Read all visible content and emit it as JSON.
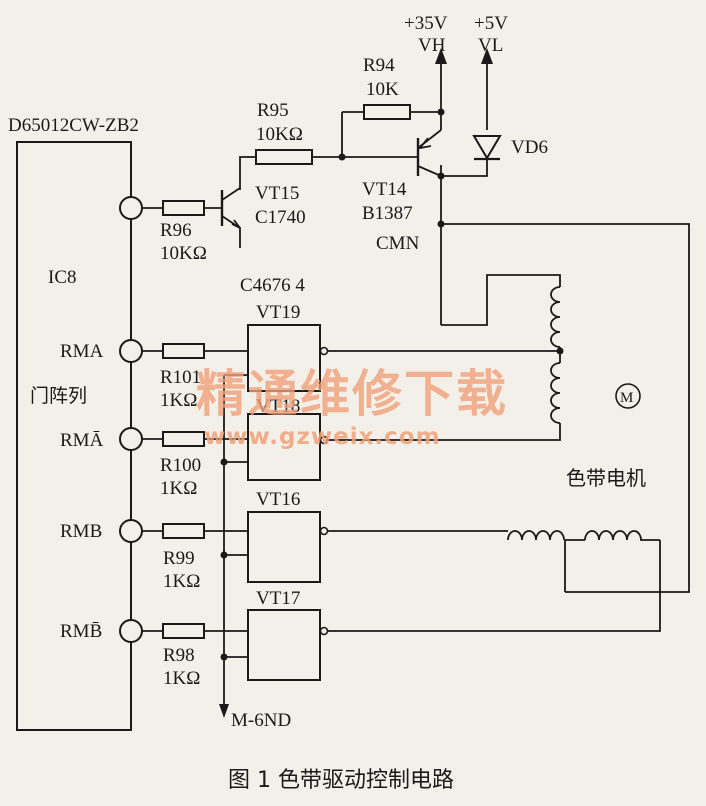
{
  "diagram": {
    "ic_part_number": "D65012CW-ZB2",
    "ic_ref": "IC8",
    "ic_desc": "门阵列",
    "pins": {
      "rma": "RMA",
      "rma_bar": "RMĀ",
      "rmb": "RMB",
      "rmb_bar": "RMB̄"
    },
    "supply": {
      "v35": "+35V",
      "vh": "VH",
      "v5": "+5V",
      "vl": "VL"
    },
    "resistors": {
      "r94": {
        "ref": "R94",
        "val": "10K"
      },
      "r95": {
        "ref": "R95",
        "val": "10KΩ"
      },
      "r96": {
        "ref": "R96",
        "val": "10KΩ"
      },
      "r101": {
        "ref": "R101",
        "val": "1KΩ"
      },
      "r100": {
        "ref": "R100",
        "val": "1KΩ"
      },
      "r99": {
        "ref": "R99",
        "val": "1KΩ"
      },
      "r98": {
        "ref": "R98",
        "val": "1KΩ"
      }
    },
    "transistors": {
      "vt15": {
        "ref": "VT15",
        "type": "C1740"
      },
      "vt14": {
        "ref": "VT14",
        "type": "B1387"
      },
      "vt19": {
        "ref": "VT19"
      },
      "vt18": {
        "ref": "VT18"
      },
      "vt16": {
        "ref": "VT16"
      },
      "vt17": {
        "ref": "VT17"
      },
      "array_label": "C4676  4"
    },
    "diode": "VD6",
    "cmn": "CMN",
    "motor_symbol": "M",
    "motor_label": "色带电机",
    "ground_label": "M-6ND",
    "caption": "图 1  色带驱动控制电路",
    "watermark_cn": "精通维修下载",
    "watermark_url": "www.gzweix.com"
  }
}
